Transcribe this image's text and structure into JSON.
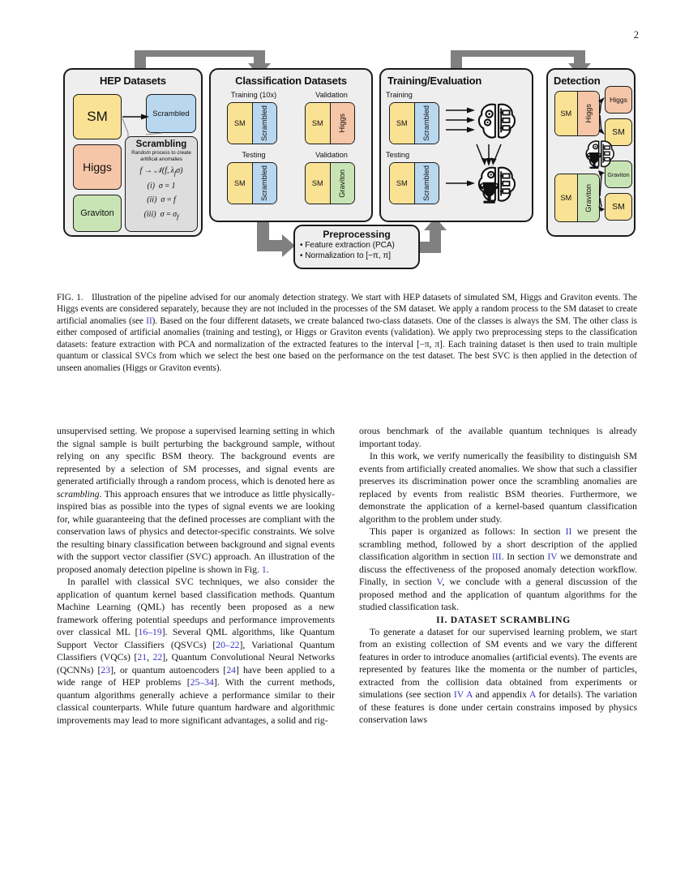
{
  "page": {
    "number": "2"
  },
  "figure": {
    "panels": {
      "hep": {
        "title": "HEP Datasets",
        "datasets": [
          {
            "label": "SM",
            "color": "#fae294"
          },
          {
            "label": "Higgs",
            "color": "#f6c6a8"
          },
          {
            "label": "Graviton",
            "color": "#c9e4b4"
          }
        ],
        "scrambled_box": {
          "label": "Scrambled",
          "color": "#b9d7ef"
        },
        "scrambling_card": {
          "title": "Scrambling",
          "subtitle_line1": "Random process to create",
          "subtitle_line2": "aritifical anomalies",
          "equation": "f → 𝒩(f, λ_f σ)",
          "cases": [
            {
              "numeral": "(i)",
              "expr": "σ = 1"
            },
            {
              "numeral": "(ii)",
              "expr": "σ = f"
            },
            {
              "numeral": "(iii)",
              "expr": "σ = σ_f"
            }
          ]
        }
      },
      "classification": {
        "title": "Classification Datasets",
        "groups": [
          {
            "caption": "Training (10x)",
            "left": "SM",
            "right": "Scrambled",
            "right_color": "#b9d7ef"
          },
          {
            "caption": "Validation",
            "left": "SM",
            "right": "Higgs",
            "right_color": "#f6c6a8"
          },
          {
            "caption": "Testing",
            "left": "SM",
            "right": "Scrambled",
            "right_color": "#b9d7ef"
          },
          {
            "caption": "Validation",
            "left": "SM",
            "right": "Graviton",
            "right_color": "#c9e4b4"
          }
        ]
      },
      "training": {
        "title": "Training/Evaluation",
        "groups": [
          {
            "caption": "Training",
            "left": "SM",
            "right": "Scrambled",
            "right_color": "#b9d7ef"
          },
          {
            "caption": "Testing",
            "left": "SM",
            "right": "Scrambled",
            "right_color": "#b9d7ef"
          }
        ]
      },
      "detection": {
        "title": "Detection",
        "inputs": [
          {
            "left": "SM",
            "right": "Higgs",
            "right_color": "#f6c6a8"
          },
          {
            "left": "SM",
            "right": "Graviton",
            "right_color": "#c9e4b4"
          }
        ],
        "outputs": [
          {
            "label": "Higgs",
            "color": "#f6c6a8"
          },
          {
            "label": "SM",
            "color": "#fae294"
          },
          {
            "label": "Graviton",
            "color": "#c9e4b4"
          },
          {
            "label": "SM",
            "color": "#fae294"
          }
        ]
      },
      "preprocessing": {
        "title": "Preprocessing",
        "bullets": [
          "• Feature extraction (PCA)",
          "• Normalization to [−π, π]"
        ]
      }
    }
  },
  "caption": {
    "label": "FIG. 1.",
    "text_1": "Illustration of the pipeline advised for our anomaly detection strategy. We start with HEP datasets of simulated SM, Higgs and Graviton events. The Higgs events are considered separately, because they are not included in the processes of the SM dataset. We apply a random process to the SM dataset to create artificial anomalies (see ",
    "ref_1": "II",
    "text_2": "). Based on the four different datasets, we create balanced two-class datasets. One of the classes is always the SM. The other class is either composed of artificial anomalies (training and testing), or Higgs or Graviton events (validation). We apply two preprocessing steps to the classification datasets: feature extraction with PCA and normalization of the extracted features to the interval [−π, π]. Each training dataset is then used to train multiple quantum or classical SVCs from which we select the best one based on the performance on the test dataset. The best SVC is then applied in the detection of unseen anomalies (Higgs or Graviton events)."
  },
  "body": {
    "left_col": {
      "p1_a": "unsupervised setting. We propose a supervised learning setting in which the signal sample is built perturbing the background sample, without relying on any specific BSM theory. The background events are represented by a selection of SM processes, and signal events are generated artificially through a random process, which is denoted here as ",
      "p1_em": "scrambling",
      "p1_b": ". This approach ensures that we introduce as little physically-inspired bias as possible into the types of signal events we are looking for, while guaranteeing that the defined processes are compliant with the conservation laws of physics and detector-specific constraints. We solve the resulting binary classification between background and signal events with the support vector classifier (SVC) approach. An illustration of the proposed anomaly detection pipeline is shown in Fig. ",
      "p1_ref": "1",
      "p1_c": ".",
      "p2_a": "In parallel with classical SVC techniques, we also consider the application of quantum kernel based classification methods. Quantum Machine Learning (QML) has recently been proposed as a new framework offering potential speedups and performance improvements over classical ML [",
      "p2_ref1": "16–19",
      "p2_b": "]. Several QML algorithms, like Quantum Support Vector Classifiers (QSVCs) [",
      "p2_ref2": "20–22",
      "p2_c": "], Variational Quantum Classifiers (VQCs) [",
      "p2_ref3": "21",
      "p2_c2": ", ",
      "p2_ref4": "22",
      "p2_d": "], Quantum Convolutional Neural Networks (QCNNs) [",
      "p2_ref5": "23",
      "p2_e": "], or quantum autoencoders [",
      "p2_ref6": "24",
      "p2_f": "] have been applied to a wide range of HEP problems [",
      "p2_ref7": "25–34",
      "p2_g": "]. With the current methods, quantum algorithms generally achieve a performance similar to their classical counterparts. While future quantum hardware and algorithmic improvements may lead to more significant advantages, a solid and rig-"
    },
    "right_col": {
      "p1": "orous benchmark of the available quantum techniques is already important today.",
      "p2": "In this work, we verify numerically the feasibility to distinguish SM events from artificially created anomalies. We show that such a classifier preserves its discrimination power once the scrambling anomalies are replaced by events from realistic BSM theories. Furthermore, we demonstrate the application of a kernel-based quantum classification algorithm to the problem under study.",
      "p3_a": "This paper is organized as follows: In section ",
      "p3_ref1": "II",
      "p3_b": " we present the scrambling method, followed by a short description of the applied classification algorithm in section ",
      "p3_ref2": "III",
      "p3_c": ". In section ",
      "p3_ref3": "IV",
      "p3_d": " we demonstrate and discuss the effectiveness of the proposed anomaly detection workflow. Finally, in section ",
      "p3_ref4": "V",
      "p3_e": ", we conclude with a general discussion of the proposed method and the application of quantum algorithms for the studied classification task.",
      "section_heading": "II.    DATASET SCRAMBLING",
      "p4_a": "To generate a dataset for our supervised learning problem, we start from an existing collection of SM events and we vary the different features in order to introduce anomalies (artificial events). The events are represented by features like the momenta or the number of particles, extracted from the collision data obtained from experiments or simulations (see section ",
      "p4_ref1": "IV A",
      "p4_b": " and appendix ",
      "p4_ref2": "A",
      "p4_c": " for details). The variation of these features is done under certain constrains imposed by physics conservation laws"
    }
  },
  "colors": {
    "sm": "#fae294",
    "higgs": "#f6c6a8",
    "graviton": "#c9e4b4",
    "scrambled": "#b9d7ef",
    "panel_bg": "#eeeeee",
    "connector": "#808080",
    "link": "#3b35c4"
  }
}
